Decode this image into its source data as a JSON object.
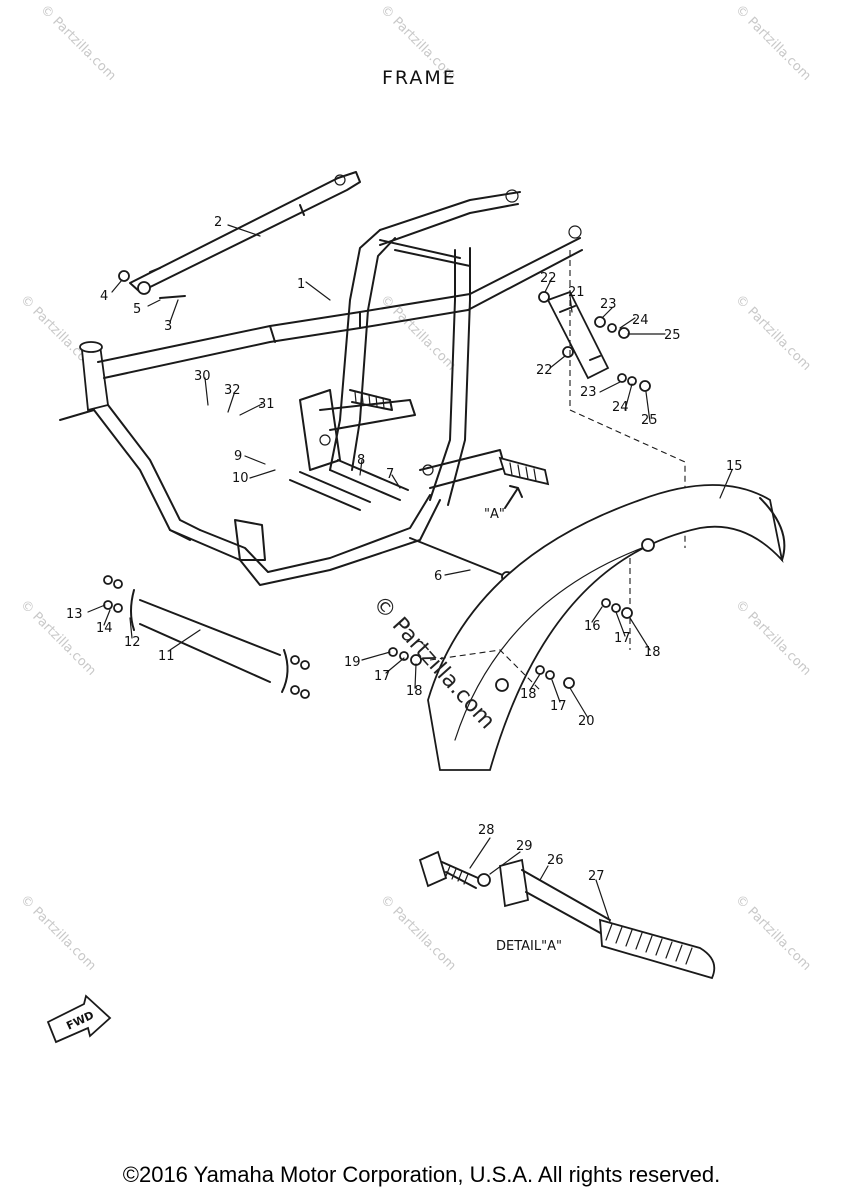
{
  "title": "FRAME",
  "callouts": {
    "c1": "1",
    "c2": "2",
    "c3": "3",
    "c4": "4",
    "c5": "5",
    "c6": "6",
    "c7": "7",
    "c8": "8",
    "c9": "9",
    "c10": "10",
    "c11": "11",
    "c12": "12",
    "c13": "13",
    "c14": "14",
    "c15": "15",
    "c16": "16",
    "c17a": "17",
    "c17b": "17",
    "c17c": "17",
    "c18a": "18",
    "c18b": "18",
    "c18c": "18",
    "c19": "19",
    "c20": "20",
    "c21": "21",
    "c22a": "22",
    "c22b": "22",
    "c23a": "23",
    "c23b": "23",
    "c24a": "24",
    "c24b": "24",
    "c25a": "25",
    "c25b": "25",
    "c26": "26",
    "c27": "27",
    "c28": "28",
    "c29": "29",
    "c30": "30",
    "c31": "31",
    "c32": "32"
  },
  "view_label_a": "\"A\"",
  "detail_label": "DETAIL\"A\"",
  "fwd_label": "FWD",
  "watermark_text": "© Partzilla.com",
  "center_watermark": "© Partzilla.com",
  "copyright": "©2016 Yamaha Motor Corporation, U.S.A. All rights reserved.",
  "colors": {
    "line": "#1a1a1a",
    "watermark": "#c8c8c8",
    "background": "#ffffff"
  }
}
